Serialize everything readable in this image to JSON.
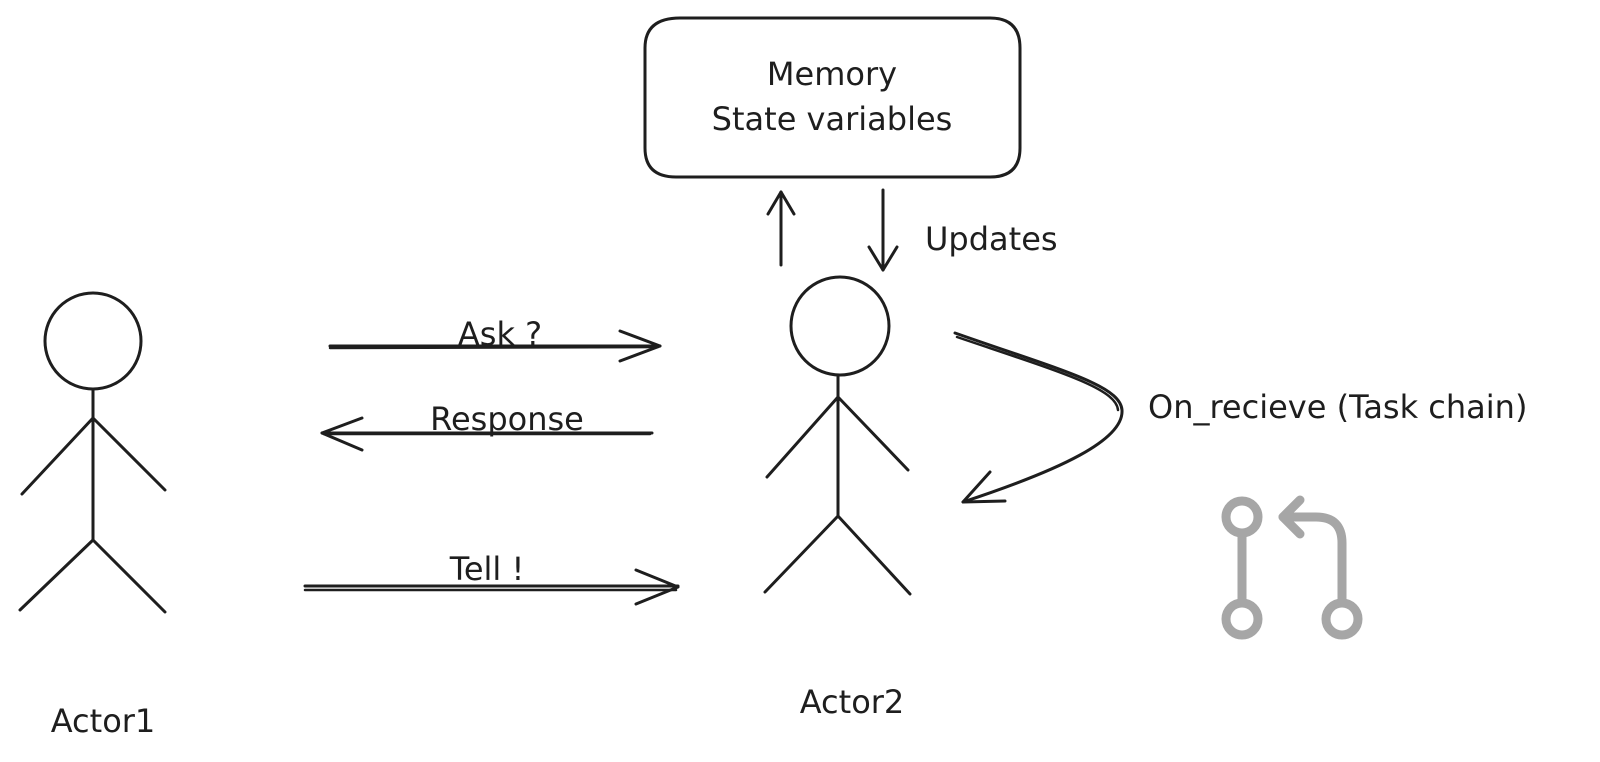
{
  "memory_box": {
    "line1": "Memory",
    "line2": "State variables"
  },
  "labels": {
    "updates": "Updates",
    "ask": "Ask ?",
    "response": "Response",
    "tell": "Tell !",
    "on_receive": "On_recieve (Task chain)"
  },
  "actors": {
    "actor1": "Actor1",
    "actor2": "Actor2"
  },
  "icons": {
    "task_chain_icon": "git-pull-request-icon"
  },
  "colors": {
    "stroke": "#1e1e1e",
    "icon_gray": "#a6a6a6",
    "background": "#ffffff"
  }
}
